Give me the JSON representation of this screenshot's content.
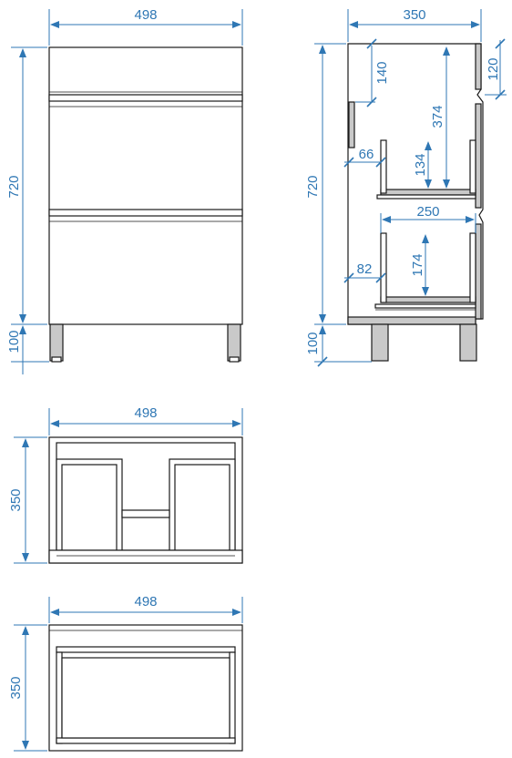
{
  "front_view": {
    "width_label": "498",
    "height_label": "720",
    "legs_label": "100"
  },
  "side_view": {
    "depth_label": "350",
    "height_label": "720",
    "legs_label": "100",
    "top_offset_label": "140",
    "back_offset_label": "120",
    "drawer_gap_label": "374",
    "upper_drawer_height_label": "134",
    "upper_drawer_offset_label": "66",
    "lower_drawer_depth_label": "250",
    "lower_drawer_height_label": "174",
    "lower_drawer_offset_label": "82"
  },
  "top_view_a": {
    "width_label": "498",
    "depth_label": "350"
  },
  "top_view_b": {
    "width_label": "498",
    "depth_label": "350"
  },
  "colors": {
    "dimension": "#2f77b4",
    "outline": "#1a1a1a",
    "panel": "#c9c9c9"
  }
}
